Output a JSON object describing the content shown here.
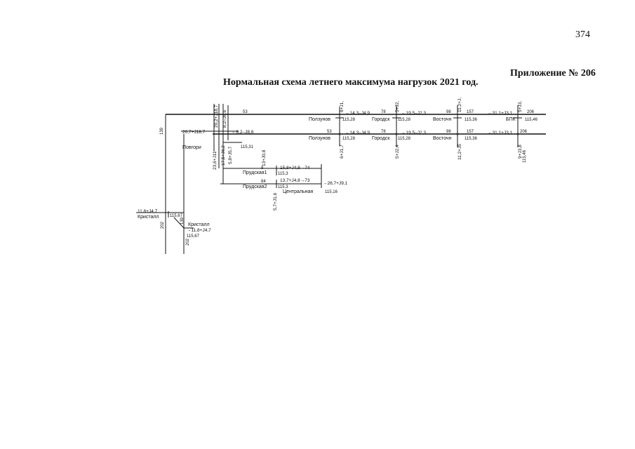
{
  "header": {
    "page_number": "374",
    "appendix": "Приложение № 206",
    "title": "Нормальная схема летнего максимума нагрузок 2021 год."
  },
  "diagram": {
    "substations": {
      "polzunovo_top": "Ползунов",
      "polzunovo_bot": "Ползунов",
      "gorodsk_top": "Городск",
      "gorodsk_bot": "Городск",
      "vostochn_top": "Восточн",
      "vostochn_bot": "Восточн",
      "bpk": "БПК",
      "povgori": "Повгори",
      "prudskaya1": "Прудская1",
      "prudskaya2": "Прудская2",
      "centralnaya": "Центральная",
      "kristall_left": "Кристалл",
      "kristall": "Кристалл"
    },
    "line_numbers": {
      "l139": "139",
      "l53_top": "53",
      "l53_bot": "53",
      "l78_top": "78",
      "l78_bot": "78",
      "l98_top": "98",
      "l98_bot": "98",
      "l157_top": "157",
      "l157_bot": "157",
      "l206_top": "206",
      "l206_bot": "206",
      "l202_a": "202",
      "l202_b": "202",
      "l139_b": "139",
      "l84": "84",
      "l8": "8"
    },
    "flows": {
      "f_pol_top": "←14,3–J4,9",
      "f_gor_top": "←19,5–J2,3",
      "f_vos_top": "←31,1+J3,1",
      "f_pol_bot": "←14,3–J4,9",
      "f_gor_bot": "←19,5–J2,3",
      "f_vos_bot": "←31,1+J3,1",
      "f_povgori": "20,7+J18,7",
      "f_povgori2": "←8,2–J8,6",
      "f_prud1": "15,8+J4,8→74",
      "f_prud2": "13,7+J4,8→73",
      "f_central": "→26,7+J9,1",
      "f_kristall_left": "11,8+J4,7",
      "f_kristall": "→11,8+J4,7",
      "v_pol_top": "6+J1,",
      "v_gor_top": "5+J2,",
      "v_vos_top": "11,2+J,",
      "v_bpk_top": "5+J3,",
      "v_pol_bot": "6+J1,7",
      "v_gor_bot": "5+J2,4",
      "v_vos_bot": "11,2+J5",
      "v_bpk_bot": "9+J3,8",
      "v_a": "20,2+J18,7",
      "v_b": "8,2–J8,6",
      "v_c": "23,6+J11",
      "v_d": "17,5+J6,2",
      "v_e": "5,8+J5,7",
      "v_f": "13+J0,8",
      "v_g": "5,7+J1,6"
    },
    "voltages": {
      "u_pol_top": "115,28",
      "u_gor_top": "115,28",
      "u_vos_top": "115,36",
      "u_bpk_top": "115,46",
      "u_pol_bot": "115,28",
      "u_gor_bot": "115,28",
      "u_vos_bot": "115,36",
      "u_bpk_bot": "115,46",
      "u_povgori": "115,31",
      "u_prud1": "115,3",
      "u_prud2": "115,3",
      "u_central": "115,16",
      "u_kristall_left": "115,67",
      "u_kristall": "115,67"
    }
  }
}
